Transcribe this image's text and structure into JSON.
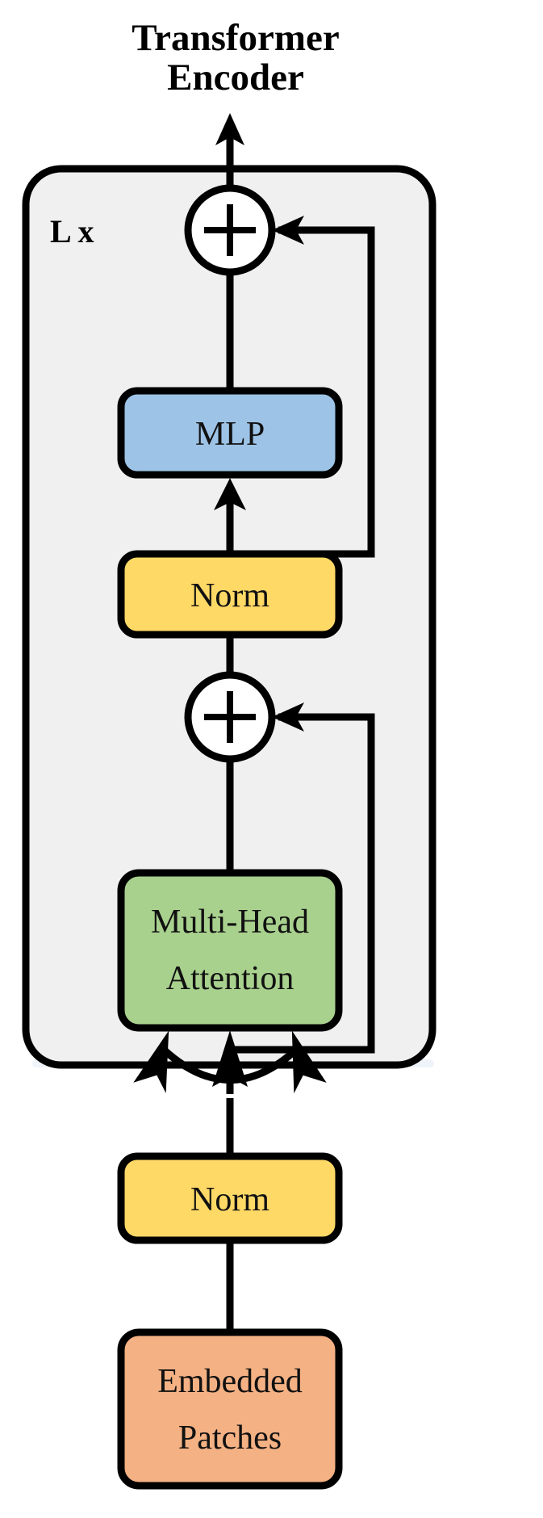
{
  "diagram": {
    "title_line1": "Transformer",
    "title_line2": "Encoder",
    "repeat_label": "L x",
    "plus_symbol": "+",
    "blocks": [
      {
        "id": "mlp",
        "label": "MLP",
        "color": "#9DC3E6"
      },
      {
        "id": "norm-top",
        "label": "Norm",
        "color": "#FFD966"
      },
      {
        "id": "attention",
        "label_line1": "Multi-Head",
        "label_line2": "Attention",
        "color": "#A9D18E"
      },
      {
        "id": "norm-bottom",
        "label": "Norm",
        "color": "#FFD966"
      },
      {
        "id": "embedded",
        "label_line1": "Embedded",
        "label_line2": "Patches",
        "color": "#F4B183"
      }
    ],
    "colors": {
      "container_fill": "#F0F0F0",
      "stroke": "#000000",
      "add_node_fill": "#FFFFFF",
      "mlp": "#9DC3E6",
      "norm": "#FFD966",
      "attention": "#A9D18E",
      "embedded_patches": "#F4B183"
    }
  }
}
